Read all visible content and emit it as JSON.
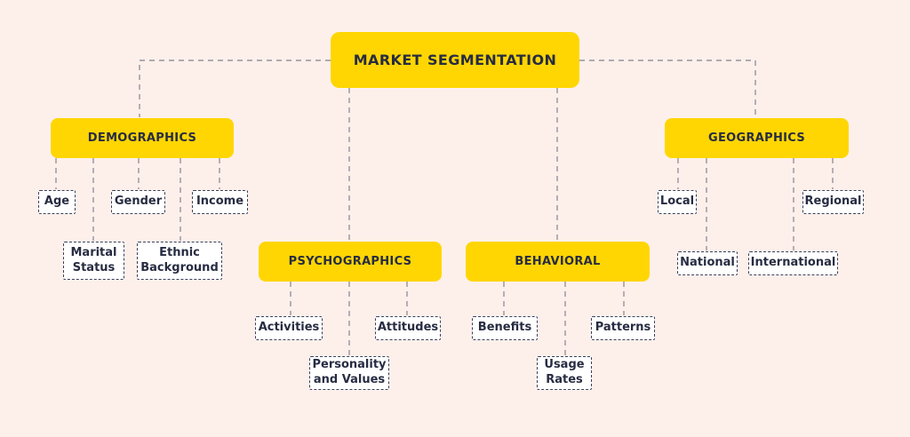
{
  "title": {
    "label": "MARKET SEGMENTATION"
  },
  "colors": {
    "background": "#FDF0EB",
    "node_yellow": "#FFD602",
    "text_dark": "#272C42",
    "leaf_background": "#FFFFFF",
    "leaf_border": "#3A4059",
    "connector": "#97929B"
  },
  "categories": {
    "demographics": {
      "label": "DEMOGRAPHICS",
      "children": {
        "age": "Age",
        "gender": "Gender",
        "income": "Income",
        "marital_status": "Marital Status",
        "ethnic_background": "Ethnic Background"
      }
    },
    "psychographics": {
      "label": "PSYCHOGRAPHICS",
      "children": {
        "activities": "Activities",
        "attitudes": "Attitudes",
        "personality_and_values": "Personality and Values"
      }
    },
    "behavioral": {
      "label": "BEHAVIORAL",
      "children": {
        "benefits": "Benefits",
        "patterns": "Patterns",
        "usage_rates": "Usage Rates"
      }
    },
    "geographics": {
      "label": "GEOGRAPHICS",
      "children": {
        "local": "Local",
        "regional": "Regional",
        "national": "National",
        "international": "International"
      }
    }
  }
}
